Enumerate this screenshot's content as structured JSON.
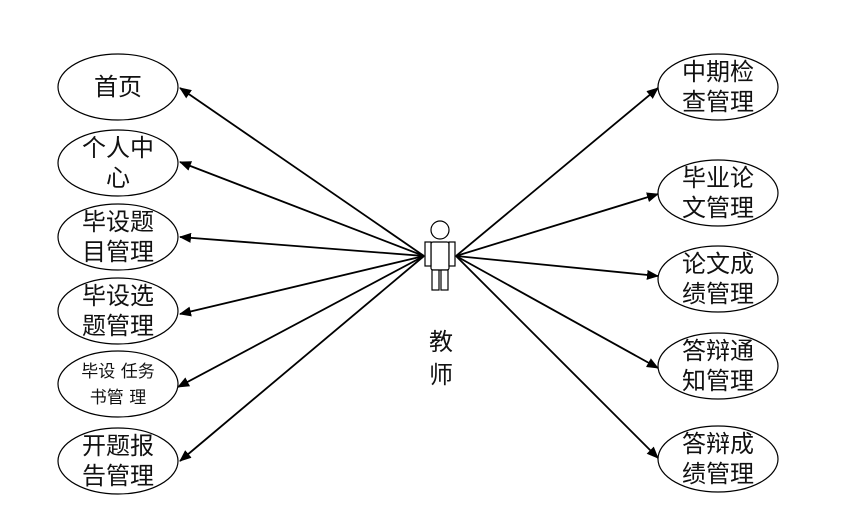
{
  "actor": {
    "name": "教师",
    "icon": "person-icon"
  },
  "left_use_cases": [
    {
      "id": "uc-home",
      "lines": [
        "首页"
      ]
    },
    {
      "id": "uc-personal-center",
      "lines": [
        "个人中",
        "心"
      ]
    },
    {
      "id": "uc-topic-mgmt",
      "lines": [
        "毕设题",
        "目管理"
      ]
    },
    {
      "id": "uc-topic-selection-mgmt",
      "lines": [
        "毕设选",
        "题管理"
      ]
    },
    {
      "id": "uc-task-book-mgmt",
      "lines": [
        "毕设 任务",
        "书管 理"
      ]
    },
    {
      "id": "uc-proposal-report-mgmt",
      "lines": [
        "开题报",
        "告管理"
      ]
    }
  ],
  "right_use_cases": [
    {
      "id": "uc-midterm-check-mgmt",
      "lines": [
        "中期检",
        "查管理"
      ]
    },
    {
      "id": "uc-thesis-mgmt",
      "lines": [
        "毕业论",
        "文管理"
      ]
    },
    {
      "id": "uc-thesis-grade-mgmt",
      "lines": [
        "论文成",
        "绩管理"
      ]
    },
    {
      "id": "uc-defense-notice-mgmt",
      "lines": [
        "答辩通",
        "知管理"
      ]
    },
    {
      "id": "uc-defense-grade-mgmt",
      "lines": [
        "答辩成",
        "绩管理"
      ]
    }
  ],
  "colors": {
    "stroke": "#000000",
    "fill": "#ffffff",
    "text": "#111111"
  }
}
